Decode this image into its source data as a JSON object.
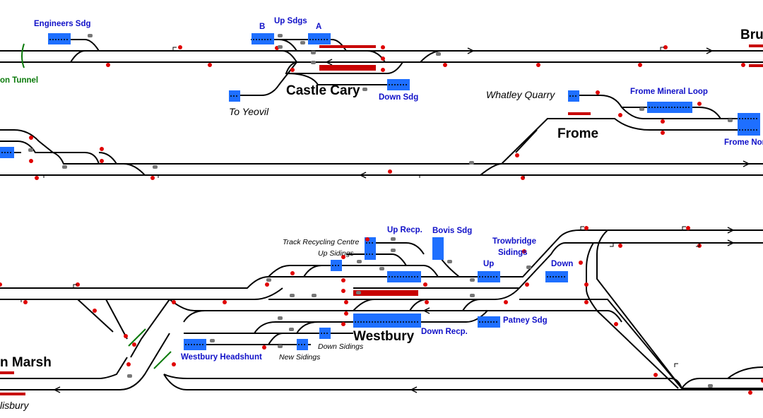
{
  "window": {
    "background": "#ffffff"
  },
  "colors": {
    "track": "#000000",
    "platform": "#1e6fff",
    "occupied": "#c80000",
    "signal": "#e00000",
    "point": "#777777",
    "label": "#1010c8",
    "tunnel": "#0a7a0a"
  },
  "labels": {
    "engineers_sdg": "Engineers Sdg",
    "up_sdgs": "Up Sdgs",
    "b": "B",
    "a": "A",
    "tunnel": "on Tunnel",
    "castle_cary": "Castle Cary",
    "down_sdg": "Down Sdg",
    "to_yeovil": "To Yeovil",
    "whatley_quarry": "Whatley Quarry",
    "frome_mineral_loop": "Frome Mineral Loop",
    "frome": "Frome",
    "frome_north": "Frome Nor",
    "bru": "Bru",
    "track_recycling": "Track Recycling Centre",
    "up_sidings": "Up Sidings",
    "up_recp": "Up Recp.",
    "bovis_sdg": "Bovis Sdg",
    "trowbridge_sidings_1": "Trowbridge",
    "trowbridge_sidings_2": "Sidings",
    "up": "Up",
    "down": "Down",
    "westbury": "Westbury",
    "down_recp": "Down Recp.",
    "patney_sdg": "Patney Sdg",
    "down_sidings": "Down Sidings",
    "westbury_headshunt": "Westbury Headshunt",
    "new_sidings": "New Sidings",
    "marsh": "n Marsh",
    "lisbury": "lisbury"
  }
}
